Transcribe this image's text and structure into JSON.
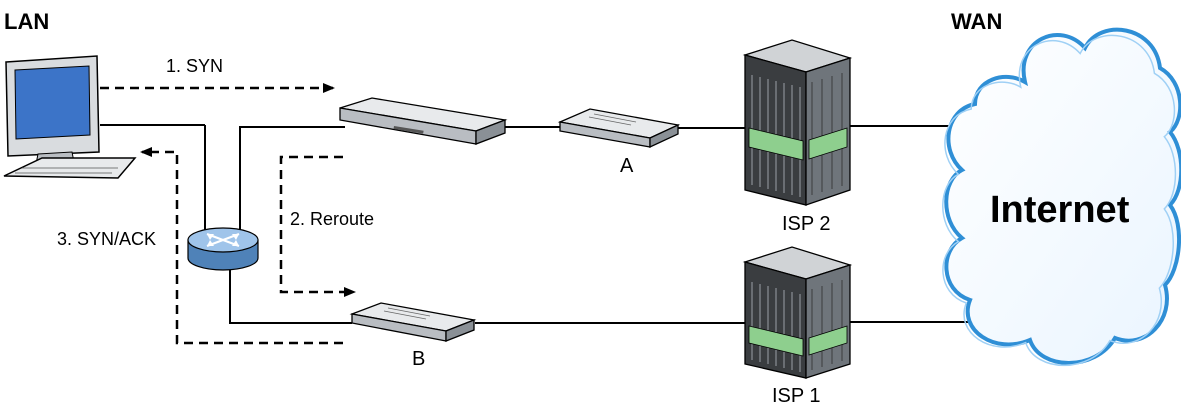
{
  "labels": {
    "lan": "LAN",
    "wan": "WAN",
    "step1": "1. SYN",
    "step2": "2. Reroute",
    "step3": "3. SYN/ACK",
    "router_a": "A",
    "router_b": "B",
    "isp2": "ISP 2",
    "isp1": "ISP 1",
    "internet": "Internet"
  },
  "colors": {
    "line": "#000000",
    "cloud_edge": "#2f8fd6",
    "cloud_fill": "#ffffff",
    "device_light": "#e8eaec",
    "device_mid": "#b9bdc2",
    "device_dark": "#6f757b",
    "server_dark": "#3a3d40",
    "server_green": "#8ecf8e",
    "router_blue": "#6aa3d8",
    "monitor_blue": "#3c74c8"
  },
  "icons": {
    "computer": "computer-icon",
    "gateway_top": "gateway-device-icon",
    "gateway_bottom": "gateway-device-icon",
    "router_a": "modem-a-icon",
    "router_b": "modem-b-icon",
    "server_isp2": "server-icon",
    "server_isp1": "server-icon",
    "switch": "switch-router-icon",
    "cloud": "internet-cloud-icon"
  }
}
